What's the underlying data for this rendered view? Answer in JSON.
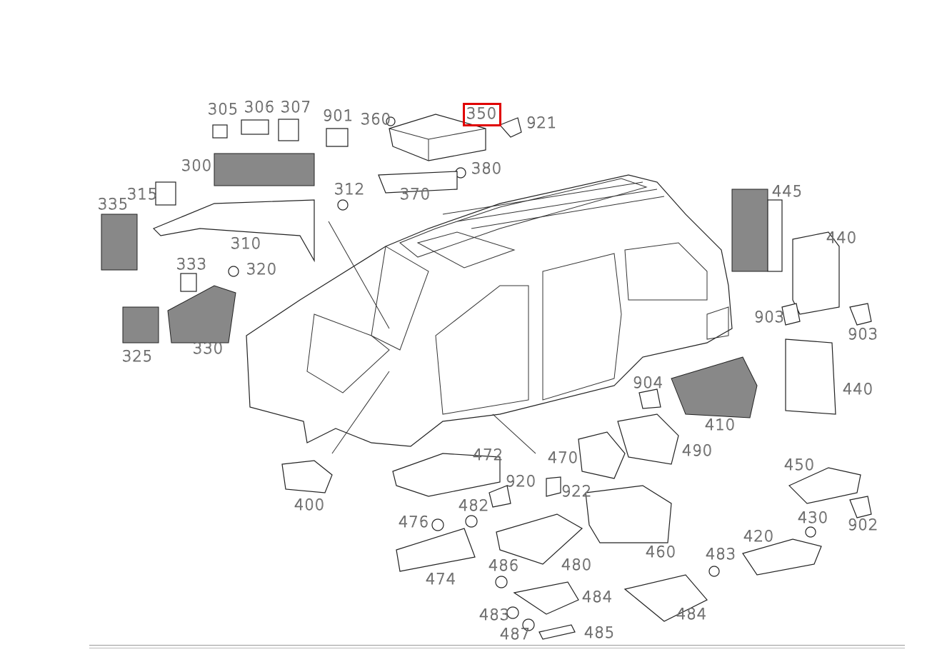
{
  "diagram": {
    "highlighted_part": "350",
    "highlight_color": "#e00000",
    "part_labels": [
      "305",
      "306",
      "307",
      "901",
      "360",
      "350",
      "921",
      "300",
      "312",
      "380",
      "370",
      "315",
      "335",
      "310",
      "333",
      "320",
      "325",
      "330",
      "445",
      "440",
      "903",
      "903",
      "440",
      "904",
      "410",
      "490",
      "470",
      "472",
      "400",
      "920",
      "922",
      "482",
      "476",
      "474",
      "486",
      "480",
      "460",
      "483",
      "484",
      "483",
      "487",
      "485",
      "484",
      "450",
      "430",
      "902",
      "420"
    ]
  }
}
